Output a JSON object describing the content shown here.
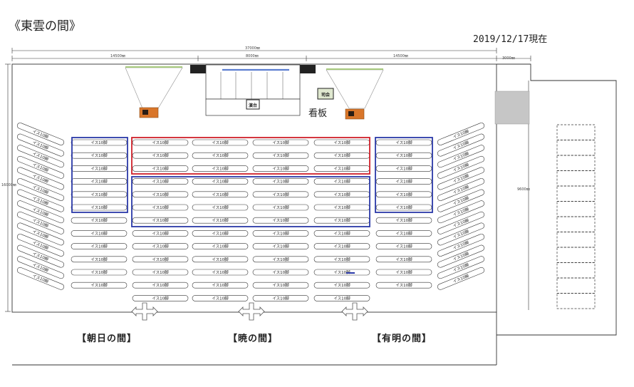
{
  "title": "《東雲の間》",
  "date": "2019/12/17現在",
  "dims": {
    "total": "37000㎜",
    "left": "14500㎜",
    "center": "8000㎜",
    "right": "14500㎜",
    "extra": "3000㎜",
    "height": "16000㎜",
    "side": "9600㎜"
  },
  "stage_label": "演台",
  "mc_label": "司会",
  "sign_label": "看板",
  "chair_label": "イス10脚",
  "rooms": [
    "【朝日の間】",
    "【暁の間】",
    "【有明の間】"
  ],
  "colors": {
    "red_group": "#d0202a",
    "blue_group": "#2a38a8",
    "projector": "#d9762a",
    "mc_box": "#dfe8cf"
  }
}
